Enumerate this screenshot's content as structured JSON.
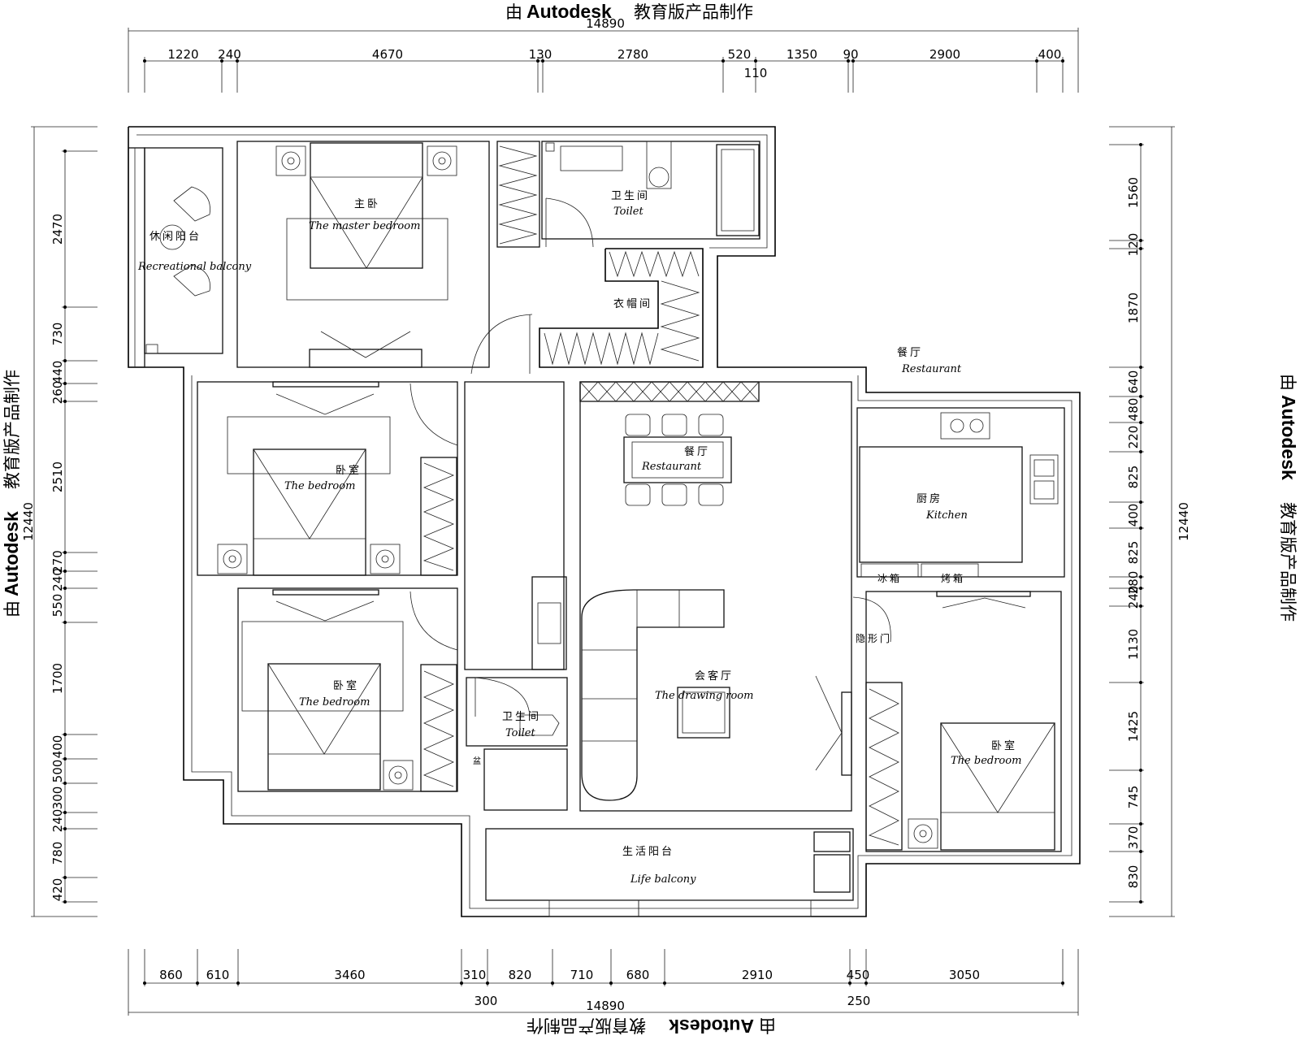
{
  "watermark": {
    "prefix": "由",
    "brand": "Autodesk",
    "suffix": "教育版产品制作"
  },
  "totals": {
    "top": "14890",
    "bottom": "14890",
    "left": "12440",
    "right": "12440"
  },
  "top_dims": {
    "primary": [
      {
        "v": "1220"
      },
      {
        "v": "240"
      },
      {
        "v": "4670"
      },
      {
        "v": "130"
      },
      {
        "v": "2780"
      },
      {
        "v": "520"
      },
      {
        "v": "1350"
      },
      {
        "v": "90"
      },
      {
        "v": "2900"
      },
      {
        "v": "400"
      }
    ],
    "extra": "110"
  },
  "bottom_dims": {
    "primary": [
      {
        "v": "860"
      },
      {
        "v": "610"
      },
      {
        "v": "3460"
      },
      {
        "v": "310"
      },
      {
        "v": "820"
      },
      {
        "v": "710"
      },
      {
        "v": "680"
      },
      {
        "v": "2910"
      },
      {
        "v": "450"
      },
      {
        "v": "3050"
      }
    ],
    "extra_left": "300",
    "extra_right": "250"
  },
  "left_dims": [
    {
      "v": "2470"
    },
    {
      "v": "730"
    },
    {
      "v": "440"
    },
    {
      "v": "260"
    },
    {
      "v": "2510"
    },
    {
      "v": "270"
    },
    {
      "v": "240"
    },
    {
      "v": "550"
    },
    {
      "v": "1700"
    },
    {
      "v": "400"
    },
    {
      "v": "500"
    },
    {
      "v": "300"
    },
    {
      "v": "240"
    },
    {
      "v": "780"
    },
    {
      "v": "420"
    }
  ],
  "right_dims": [
    {
      "v": "1560"
    },
    {
      "v": "120"
    },
    {
      "v": "1870"
    },
    {
      "v": "640"
    },
    {
      "v": "480"
    },
    {
      "v": "220"
    },
    {
      "v": "825"
    },
    {
      "v": "400"
    },
    {
      "v": "825"
    },
    {
      "v": "280"
    },
    {
      "v": "240"
    },
    {
      "v": "1130"
    },
    {
      "v": "1425"
    },
    {
      "v": "745"
    },
    {
      "v": "370"
    },
    {
      "v": "830"
    }
  ],
  "rooms": {
    "rec_balcony": {
      "cn": "休闲阳台",
      "en": "Recreational balcony"
    },
    "master": {
      "cn": "主卧",
      "en": "The master bedroom"
    },
    "toilet1": {
      "cn": "卫生间",
      "en": "Toilet"
    },
    "closet": {
      "cn": "衣帽间",
      "en": ""
    },
    "restaurant_label": {
      "cn": "餐厅",
      "en": "Restaurant"
    },
    "dining": {
      "cn": "餐厅",
      "en": "Restaurant"
    },
    "bed2": {
      "cn": "卧室",
      "en": "The bedroom"
    },
    "bed3": {
      "cn": "卧室",
      "en": "The bedroom"
    },
    "kitchen": {
      "cn": "厨房",
      "en": "Kitchen"
    },
    "fridge": {
      "cn": "冰箱",
      "en": ""
    },
    "oven": {
      "cn": "烤箱",
      "en": ""
    },
    "hidden_door": {
      "cn": "隐形门",
      "en": ""
    },
    "living": {
      "cn": "会客厅",
      "en": "The drawing room"
    },
    "toilet2": {
      "cn": "卫生间",
      "en": "Toilet"
    },
    "bed4": {
      "cn": "卧室",
      "en": "The bedroom"
    },
    "life_balcony": {
      "cn": "生活阳台",
      "en": "Life balcony"
    },
    "basin": {
      "cn": "盆",
      "en": ""
    }
  }
}
